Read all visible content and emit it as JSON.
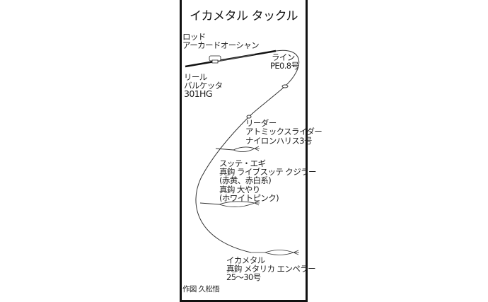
{
  "title": "イカメタル タックル",
  "rod": {
    "label": "ロッド",
    "name": "アーカードオーシャン"
  },
  "line": {
    "label": "ライン",
    "spec": "PE0.8号"
  },
  "reel": {
    "label": "リール",
    "name": "バルケッタ",
    "model": "301HG"
  },
  "leader": {
    "label": "リーダー",
    "name": "アトミックスライダー",
    "spec": "ナイロンハリス3号"
  },
  "sutte": {
    "label": "スッテ・エギ",
    "item1": "真鈎 ライブスッテ クジラー",
    "item1_color": "(赤黄、赤白系)",
    "item2": "真鈎 大やり",
    "item2_color": "(ホワイトピンク)"
  },
  "metal": {
    "label": "イカメタル",
    "name": "真鈎 メタリカ エンペラー",
    "spec": "25〜30号"
  },
  "credit": "作図 久松悟"
}
